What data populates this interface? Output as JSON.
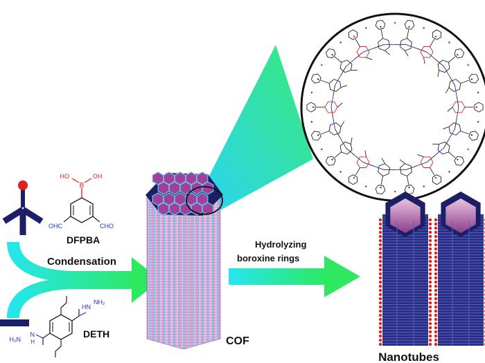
{
  "labels": {
    "dfpba": "DFPBA",
    "deth": "DETH",
    "condensation": "Condensation",
    "hydrolyzing_line1": "Hydrolyzing",
    "hydrolyzing_line2": "boroxine rings",
    "cof": "COF",
    "nanotubes": "Nanotubes"
  },
  "dfpba_structure": {
    "boron_group": "B",
    "hydroxyl": "OH",
    "hydroxyl_left": "HO",
    "aldehyde": "OHC",
    "aldehyde_right": "CHO"
  },
  "deth_structure": {
    "hydrazide_nh": "HN",
    "hydrazide_nh2": "NH₂",
    "hydrazide_left": "H₂N",
    "hydrazide_left_nh": "N",
    "hydrazide_left_h": "H"
  },
  "colors": {
    "navy": "#1b1f66",
    "boron_red": "#e0201e",
    "nitrogen_blue": "#2030c8",
    "cyan_arrow": "#25e6f0",
    "green_arrow": "#2ee860",
    "pink_wall": "#e3a6d8",
    "purple_hex": "#8a2a86"
  }
}
